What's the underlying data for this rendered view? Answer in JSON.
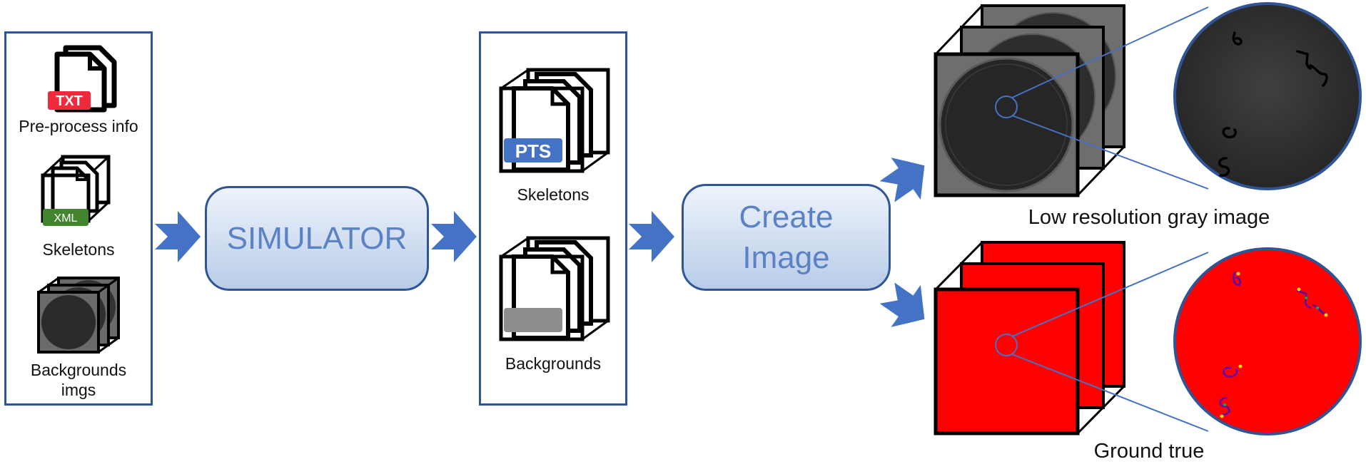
{
  "inputs": {
    "txt_badge": "TXT",
    "xml_badge": "XML",
    "preprocess_label": "Pre-process info",
    "skeletons_label": "Skeletons",
    "backgrounds_label_line1": "Backgrounds",
    "backgrounds_label_line2": "imgs"
  },
  "simulator": {
    "label": "SIMULATOR"
  },
  "intermediate": {
    "pts_badge": "PTS",
    "skeletons_label": "Skeletons",
    "backgrounds_label": "Backgrounds"
  },
  "create_image": {
    "label_line1": "Create",
    "label_line2": "Image"
  },
  "outputs": {
    "gray_label": "Low resolution gray image",
    "truth_label": "Ground true"
  },
  "colors": {
    "panel_border": "#2f5597",
    "arrow": "#4472c4",
    "process_text": "#5b82c4",
    "red": "#ff0000",
    "gray_face": "#6e6e6e",
    "dark_disc": "#2a2a2a"
  }
}
